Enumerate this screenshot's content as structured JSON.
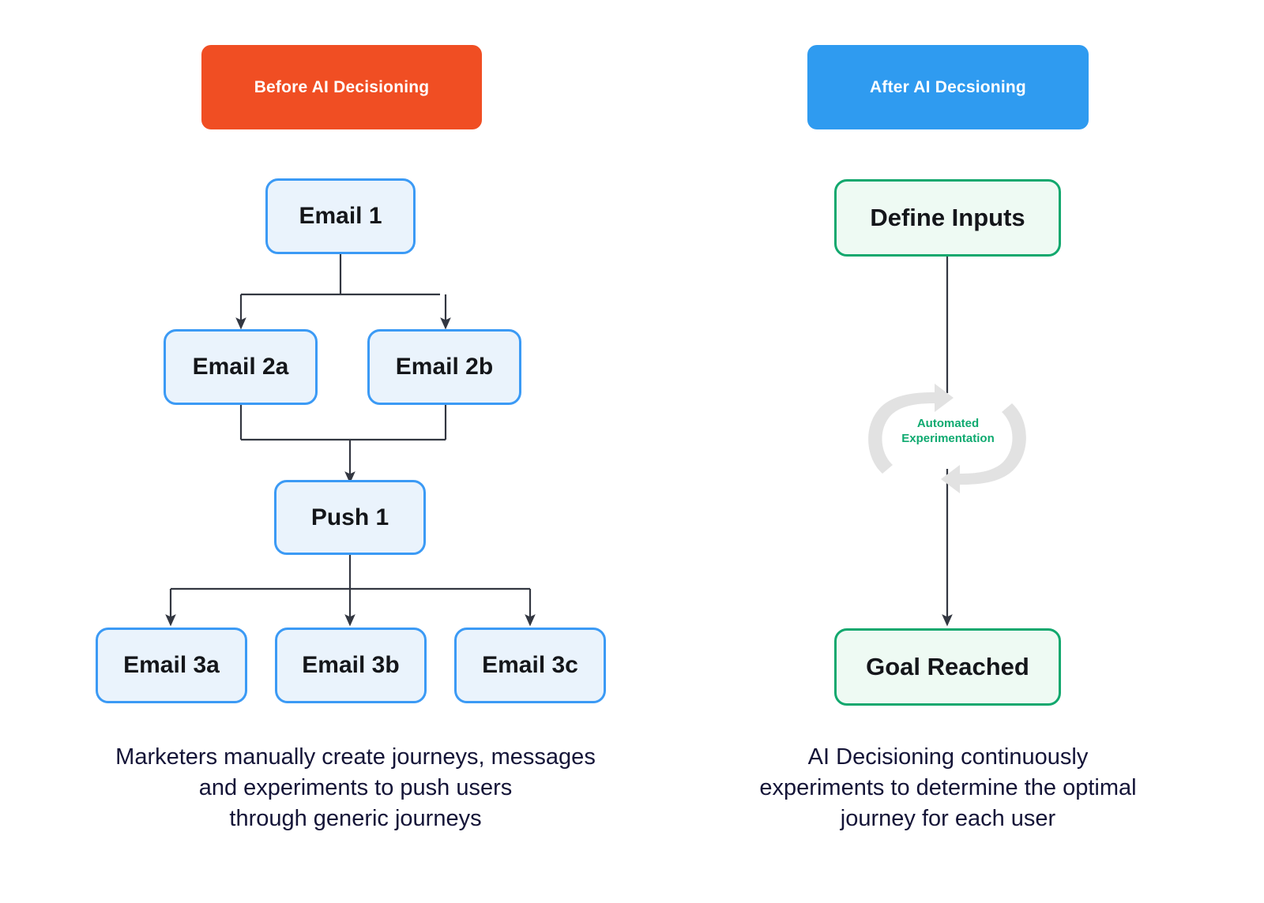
{
  "headers": {
    "before": {
      "label": "Before AI Decisioning",
      "color": "#F04E23"
    },
    "after": {
      "label": "After AI Decsioning",
      "color": "#2F9BF0"
    }
  },
  "left_flow": {
    "node_colors": {
      "fill": "#EAF3FC",
      "border": "#3B9AF5",
      "text": "#14161A"
    },
    "nodes": [
      {
        "id": "email-1",
        "label": "Email 1"
      },
      {
        "id": "email-2a",
        "label": "Email 2a"
      },
      {
        "id": "email-2b",
        "label": "Email 2b"
      },
      {
        "id": "push-1",
        "label": "Push 1"
      },
      {
        "id": "email-3a",
        "label": "Email 3a"
      },
      {
        "id": "email-3b",
        "label": "Email 3b"
      },
      {
        "id": "email-3c",
        "label": "Email 3c"
      }
    ],
    "caption": {
      "line1": "Marketers manually create journeys, messages",
      "line2": "and experiments to push users",
      "line3": "through generic journeys"
    }
  },
  "right_flow": {
    "node_colors": {
      "fill": "#EEFAF3",
      "border": "#12A86E",
      "text": "#14161A"
    },
    "nodes": [
      {
        "id": "define-inputs",
        "label": "Define Inputs"
      },
      {
        "id": "goal-reached",
        "label": "Goal Reached"
      }
    ],
    "loop": {
      "line1": "Automated",
      "line2": "Experimentation",
      "text_color": "#0FAA70",
      "arc_color": "#E2E2E2"
    },
    "caption": {
      "line1": "AI Decisioning continuously",
      "line2": "experiments to determine the optimal",
      "line3": "journey for each user"
    }
  },
  "connector_color": "#333741"
}
